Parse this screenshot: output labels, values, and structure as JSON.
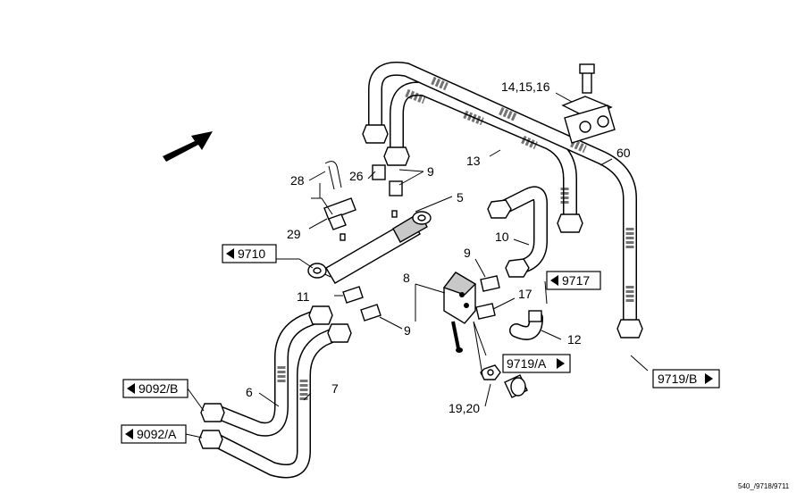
{
  "labels": {
    "l28": "28",
    "l26": "26",
    "l9a": "9",
    "l5": "5",
    "l29": "29",
    "l10": "10",
    "l9b": "9",
    "l11": "11",
    "l8": "8",
    "l17": "17",
    "l9c": "9",
    "l12": "12",
    "l13": "13",
    "l14": "14,15,16",
    "l60": "60",
    "l6": "6",
    "l7": "7",
    "l1920": "19,20"
  },
  "refs": {
    "r9710": "9710",
    "r9717": "9717",
    "r9719a": "9719/A",
    "r9719b": "9719/B",
    "r9092b": "9092/B",
    "r9092a": "9092/A"
  },
  "drawing_code": "540_/9718/9711"
}
